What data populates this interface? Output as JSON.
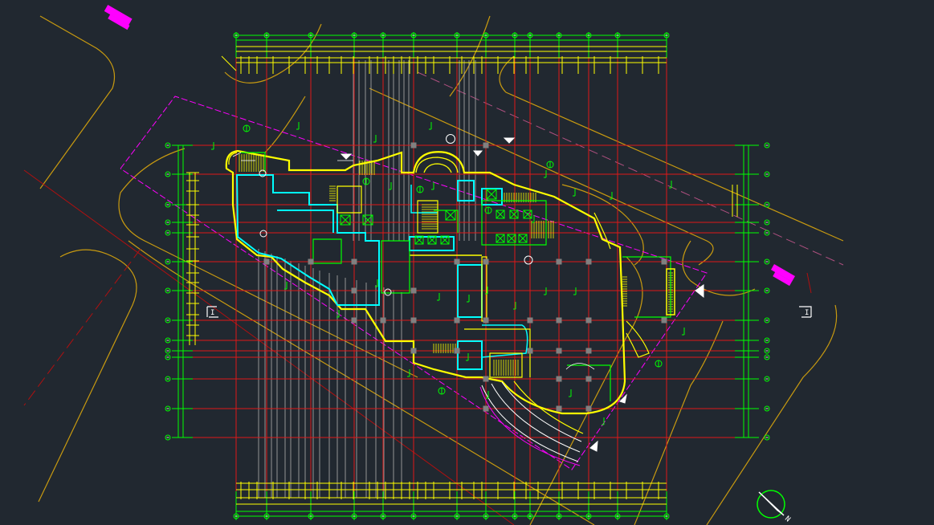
{
  "canvas": {
    "background": "#212830"
  },
  "colors": {
    "red": "#e01818",
    "green": "#00ff00",
    "yellow": "#ffff00",
    "cyan": "#00ffff",
    "magenta": "#ff00ff",
    "white": "#ffffff",
    "gray": "#b0b0b0",
    "orange": "#c89a10",
    "darkred": "#b01010"
  },
  "annotations": {
    "section_mark_left": "I",
    "section_mark_right": "I",
    "north_label": "N"
  },
  "icons": {
    "north_arrow": "north-arrow-icon",
    "section": "section-mark-icon"
  }
}
